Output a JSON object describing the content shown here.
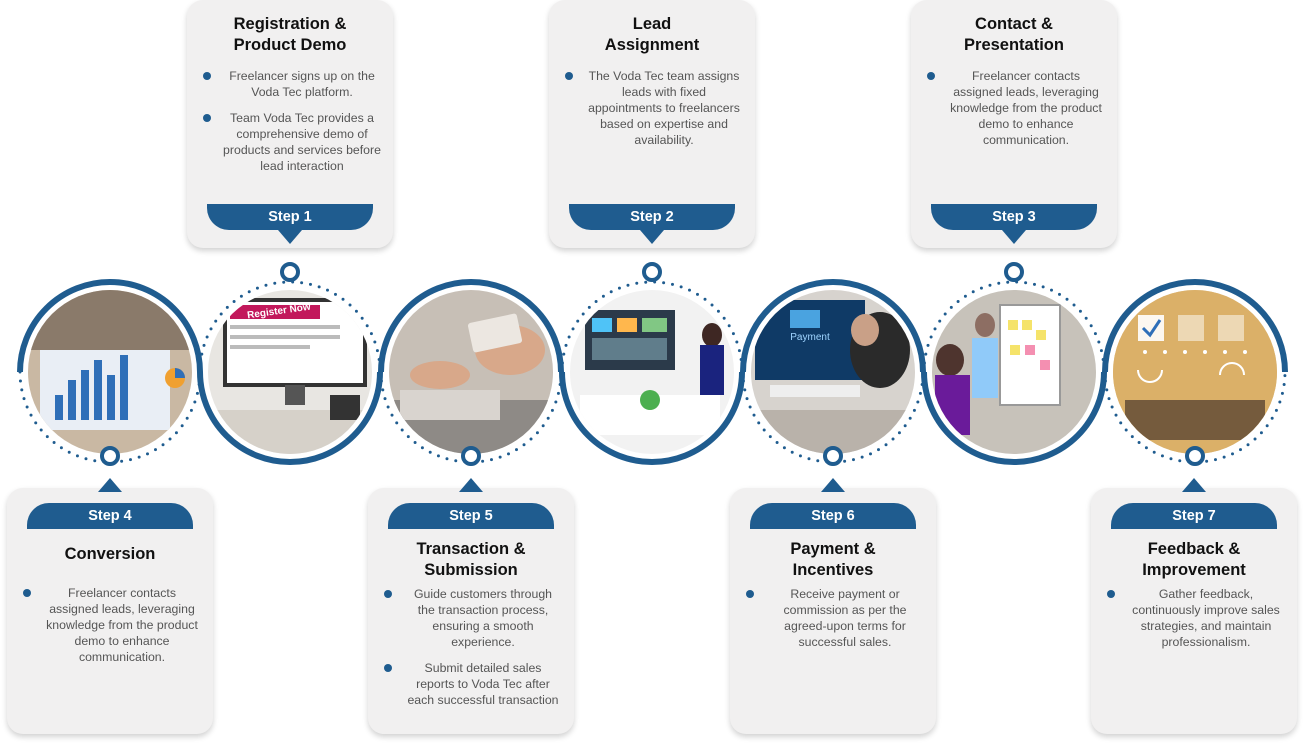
{
  "steps": [
    {
      "step": "Step 1",
      "title": [
        "Registration &",
        "Product Demo"
      ],
      "bullets": [
        "Freelancer signs up on the Voda Tec platform.",
        "Team Voda Tec provides a comprehensive demo of products and services before lead interaction"
      ]
    },
    {
      "step": "Step 2",
      "title": [
        "Lead",
        "Assignment"
      ],
      "bullets": [
        "The Voda Tec team assigns leads with fixed appointments to freelancers based on expertise and availability."
      ]
    },
    {
      "step": "Step 3",
      "title": [
        "Contact &",
        "Presentation"
      ],
      "bullets": [
        "Freelancer contacts assigned leads, leveraging knowledge from the product demo to enhance communication."
      ]
    },
    {
      "step": "Step 4",
      "title": [
        "Conversion"
      ],
      "bullets": [
        "Freelancer contacts assigned leads, leveraging knowledge from the product demo to enhance communication."
      ]
    },
    {
      "step": "Step 5",
      "title": [
        "Transaction &",
        "Submission"
      ],
      "bullets": [
        "Guide customers through the transaction process, ensuring a smooth experience.",
        "Submit detailed sales reports to Voda Tec after each successful transaction"
      ]
    },
    {
      "step": "Step 6",
      "title": [
        "Payment &",
        "Incentives"
      ],
      "bullets": [
        "Receive payment or commission as per the agreed-upon terms for successful sales."
      ]
    },
    {
      "step": "Step 7",
      "title": [
        "Feedback &",
        "Improvement"
      ],
      "bullets": [
        "Gather feedback, continuously improve sales strategies, and maintain professionalism."
      ]
    }
  ],
  "images": {
    "register_sign": "Register Now",
    "payment_screen": "Payment"
  },
  "colors": {
    "accent": "#1f5c8f",
    "card": "#f1f0f0"
  }
}
